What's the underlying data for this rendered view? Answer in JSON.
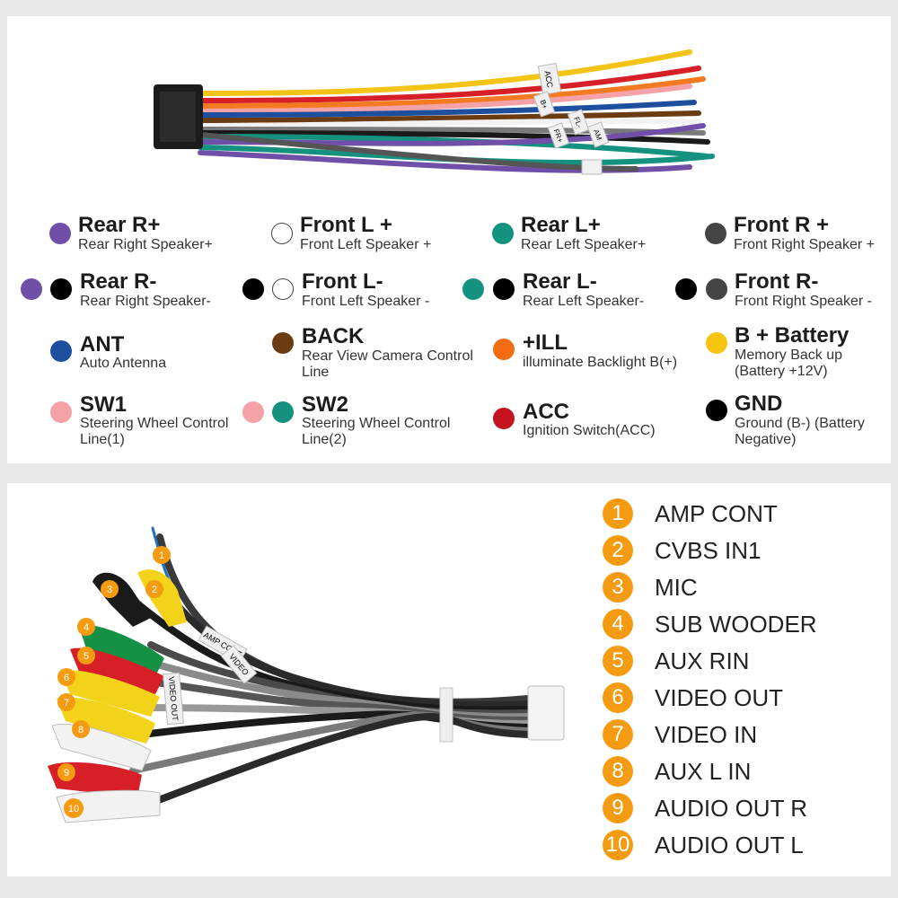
{
  "harness_tags": {
    "acc": "ACC",
    "bplus": "B+",
    "fl": "FL-",
    "fr": "FR+",
    "amp": "AM",
    "amp_cont": "AMP CONT",
    "video": "VIDEO",
    "video_out": "VIDEO OUT"
  },
  "legend": [
    {
      "title": "Rear R+",
      "desc": "Rear Right Speaker+",
      "colors": [
        "#6f4fa8"
      ]
    },
    {
      "title": "Front L +",
      "desc": "Front Left Speaker +",
      "colors": [
        "#ffffff"
      ]
    },
    {
      "title": "Rear L+",
      "desc": "Rear Left Speaker+",
      "colors": [
        "#15917f"
      ]
    },
    {
      "title": "Front R +",
      "desc": "Front Right Speaker +",
      "colors": [
        "#444444"
      ]
    },
    {
      "title": "Rear R-",
      "desc": "Rear Right Speaker-",
      "colors": [
        "#6f4fa8",
        "#000000"
      ]
    },
    {
      "title": "Front L-",
      "desc": "Front Left Speaker -",
      "colors": [
        "#000000",
        "#ffffff"
      ]
    },
    {
      "title": "Rear L-",
      "desc": "Rear Left Speaker-",
      "colors": [
        "#15917f",
        "#000000"
      ]
    },
    {
      "title": "Front R-",
      "desc": "Front Right Speaker -",
      "colors": [
        "#000000",
        "#444444"
      ]
    },
    {
      "title": "ANT",
      "desc": "Auto Antenna",
      "colors": [
        "#1d4f9e"
      ]
    },
    {
      "title": "BACK",
      "desc": "Rear View Camera Control Line",
      "colors": [
        "#6b3b12"
      ]
    },
    {
      "title": "+ILL",
      "desc": "illuminate Backlight B(+)",
      "colors": [
        "#f26c12"
      ]
    },
    {
      "title": "B + Battery",
      "desc": "Memory Back up (Battery +12V)",
      "colors": [
        "#f7c511"
      ]
    },
    {
      "title": "SW1",
      "desc": "Steering Wheel Control Line(1)",
      "colors": [
        "#f4a1a8"
      ]
    },
    {
      "title": "SW2",
      "desc": "Steering Wheel Control Line(2)",
      "colors": [
        "#f4a1a8",
        "#15917f"
      ]
    },
    {
      "title": "ACC",
      "desc": "Ignition Switch(ACC)",
      "colors": [
        "#c4121e"
      ]
    },
    {
      "title": "GND",
      "desc": "Ground (B-) (Battery Negative)",
      "colors": [
        "#000000"
      ]
    }
  ],
  "connectors": [
    {
      "num": "1",
      "label": "AMP CONT"
    },
    {
      "num": "2",
      "label": "CVBS IN1"
    },
    {
      "num": "3",
      "label": "MIC"
    },
    {
      "num": "4",
      "label": "SUB WOODER"
    },
    {
      "num": "5",
      "label": "AUX RIN"
    },
    {
      "num": "6",
      "label": "VIDEO OUT"
    },
    {
      "num": "7",
      "label": "VIDEO IN"
    },
    {
      "num": "8",
      "label": "AUX L IN"
    },
    {
      "num": "9",
      "label": "AUDIO OUT R"
    },
    {
      "num": "10",
      "label": "AUDIO OUT L"
    }
  ]
}
